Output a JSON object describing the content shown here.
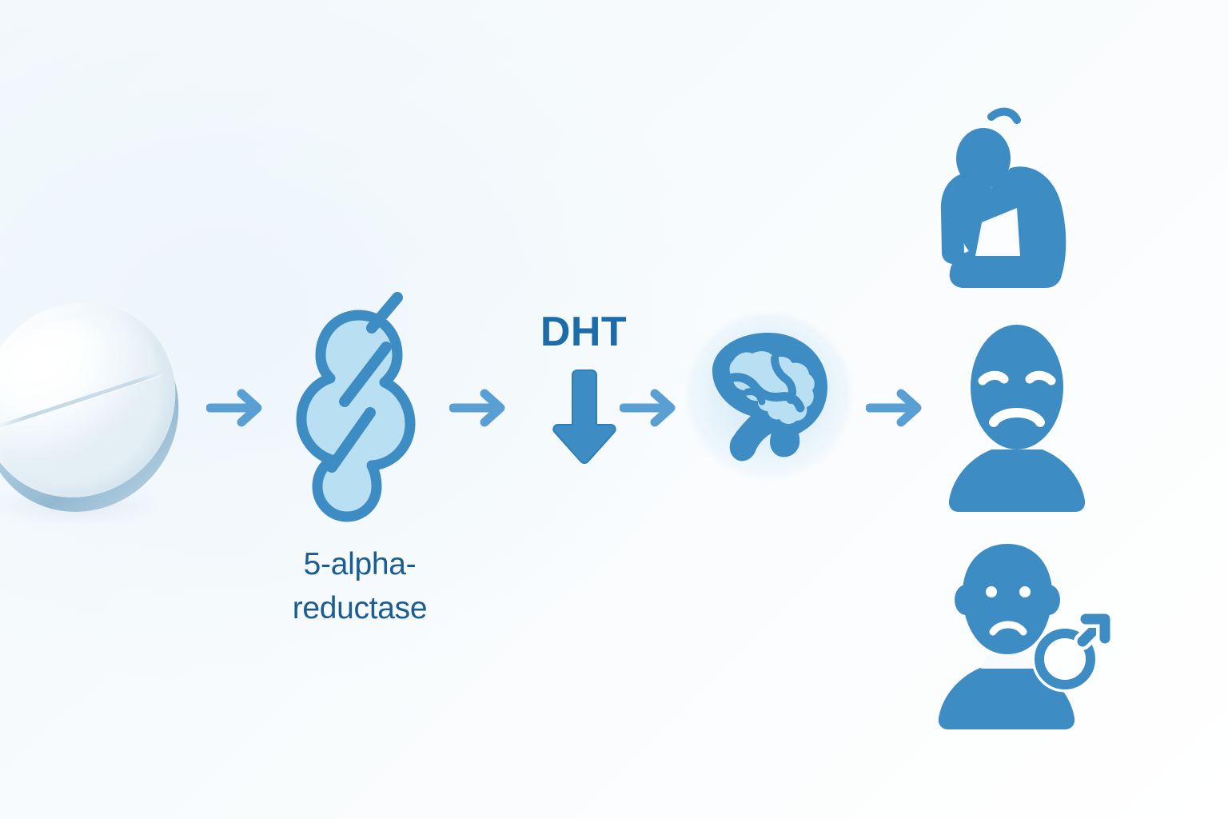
{
  "diagram": {
    "title": "5-alpha-reductase inhibitor mechanism and side effects",
    "background_color": "#f4f9fc",
    "accent_blue": "#3d8dc4",
    "light_blue": "#b9dff3",
    "dark_blue": "#1b5c92",
    "arrow_blue": "#5a9fd4"
  },
  "stages": {
    "pill": {
      "name": "medication tablet",
      "icon": "pill-tablet-icon",
      "label": ""
    },
    "enzyme": {
      "name": "5-alpha-reductase enzyme",
      "icon": "enzyme-protein-icon",
      "label_line1": "5-alpha-",
      "label_line2": "reductase"
    },
    "dht": {
      "name": "dihydrotestosterone reduction",
      "label": "DHT",
      "icon": "down-arrow-icon",
      "meaning": "decrease"
    },
    "brain": {
      "name": "brain",
      "icon": "brain-icon",
      "label": ""
    }
  },
  "outcomes": [
    {
      "name": "depression",
      "icon": "sitting-person-head-down-icon",
      "label": ""
    },
    {
      "name": "sad mood",
      "icon": "sad-face-avatar-icon",
      "label": ""
    },
    {
      "name": "sexual dysfunction",
      "icon": "male-symbol-avatar-icon",
      "label": ""
    }
  ],
  "connectors": [
    {
      "name": "pill-to-enzyme",
      "icon": "right-arrow-icon"
    },
    {
      "name": "enzyme-to-dht",
      "icon": "right-arrow-icon"
    },
    {
      "name": "dht-to-brain",
      "icon": "right-arrow-icon"
    },
    {
      "name": "brain-to-outcomes",
      "icon": "right-arrow-icon"
    }
  ]
}
